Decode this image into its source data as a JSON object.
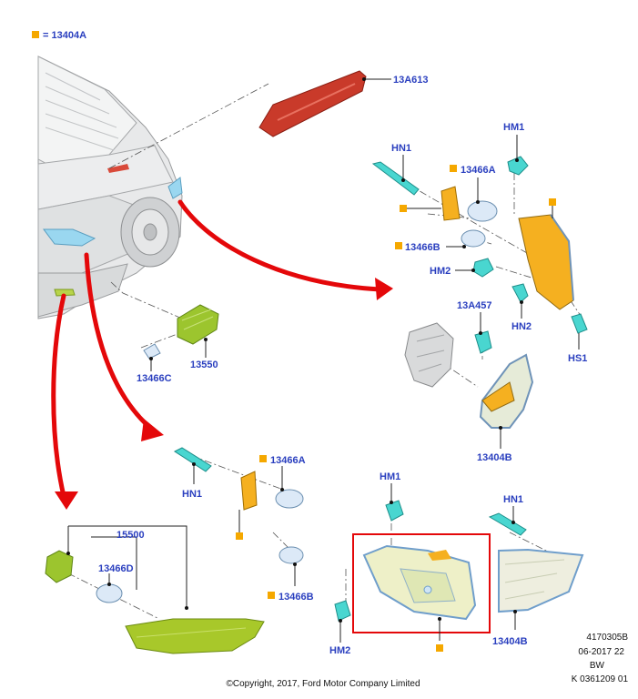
{
  "legend": {
    "swatch_color": "#f5a800",
    "text": "= 13404A"
  },
  "labels": {
    "l13A613": "13A613",
    "hn1_top": "HN1",
    "hm1_top": "HM1",
    "l13466A_top": "13466A",
    "l13466B_top": "13466B",
    "hm2_top": "HM2",
    "l13A457": "13A457",
    "hn2": "HN2",
    "hs1": "HS1",
    "l13404B_top": "13404B",
    "l13466C": "13466C",
    "l13550": "13550",
    "hn1_mid": "HN1",
    "l13466A_mid": "13466A",
    "l13466B_mid": "13466B",
    "hm1_bottom": "HM1",
    "hn1_right": "HN1",
    "l15500": "15500",
    "l13466D": "13466D",
    "hm2_bottom": "HM2",
    "l13404B_bottom": "13404B"
  },
  "doc_info": [
    "4170305B",
    "06-2017 22",
    "BW",
    "K 0361209 01"
  ],
  "copyright": "©Copyright, 2017, Ford Motor Company Limited",
  "colors": {
    "callout": "#2a3fbf",
    "highlight": "#e4080a",
    "arrow": "#e4080a",
    "amber_part": "#f5a800",
    "lamp_lens": "#eef0c8",
    "reflector": "#a8c82a"
  }
}
